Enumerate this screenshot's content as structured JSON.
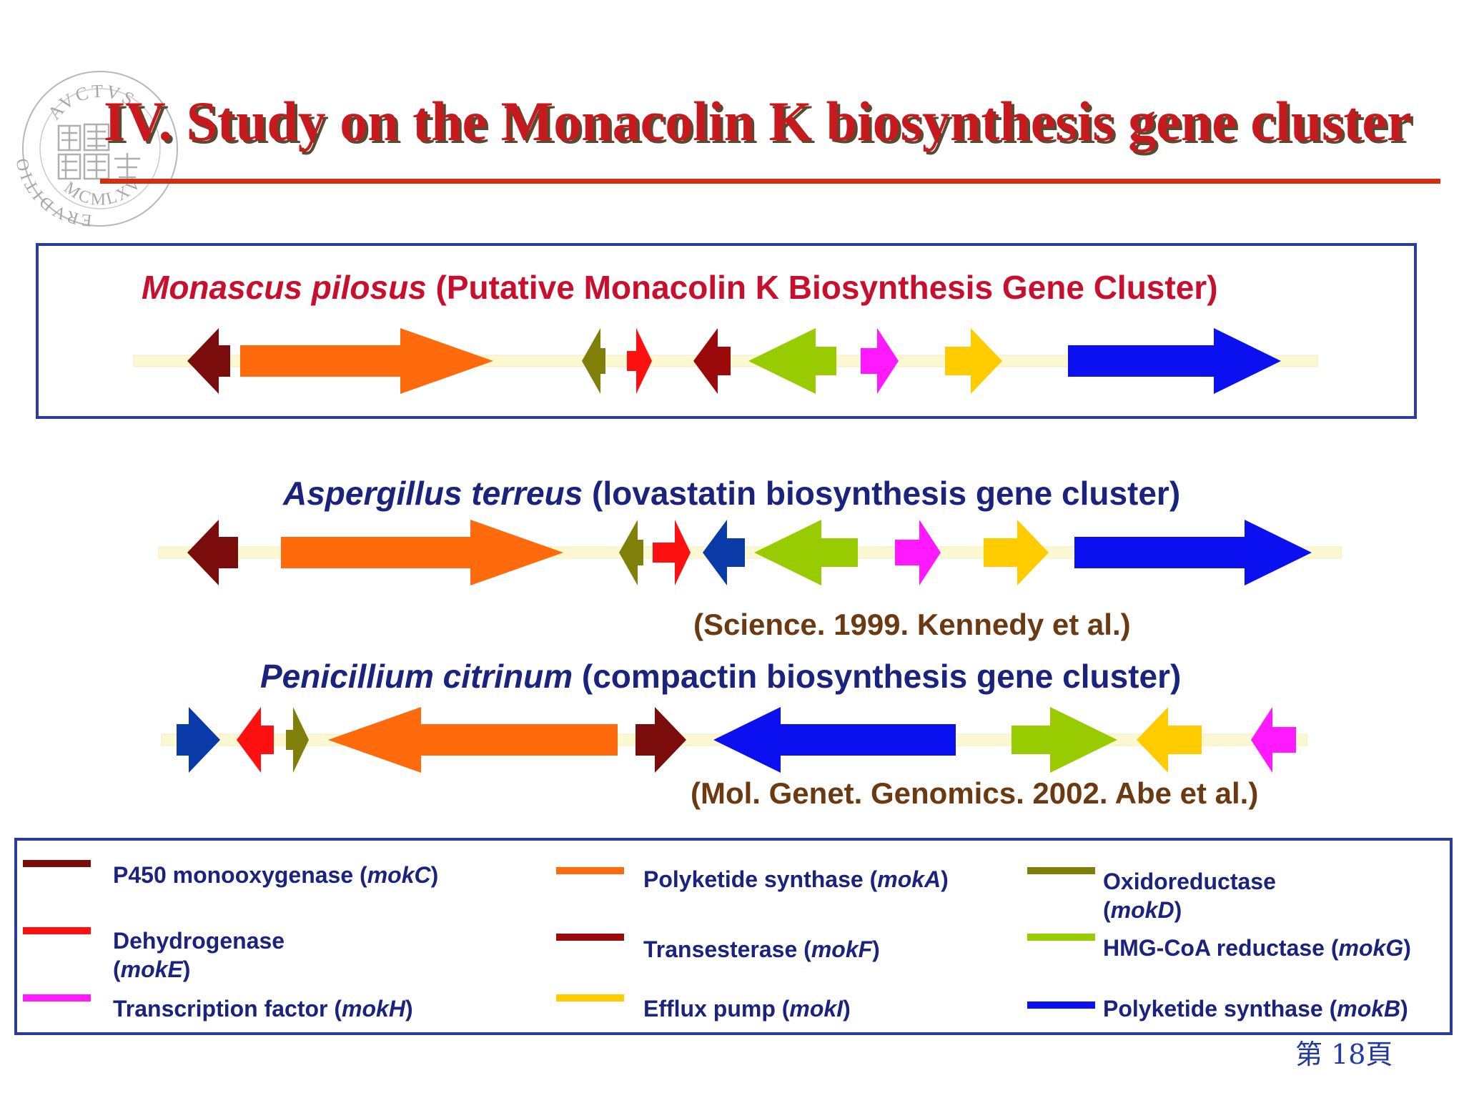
{
  "title": "IV. Study on the Monacolin K biosynthesis gene cluster",
  "seal": {
    "top_text": "AVCTVS",
    "left_text": "ERVDITIO",
    "bottom_text": "MCMLXV"
  },
  "clusters": [
    {
      "species": "Monascus pilosus",
      "description": "(Putative Monacolin K Biosynthesis Gene Cluster)",
      "genes": [
        {
          "gene": "mokC",
          "dir": "L",
          "color": "#7a0c0c"
        },
        {
          "gene": "mokA",
          "dir": "R",
          "color": "#ff6a0c"
        },
        {
          "gene": "mokD",
          "dir": "L",
          "color": "#7f7f0a"
        },
        {
          "gene": "mokE",
          "dir": "R",
          "color": "#ff1010"
        },
        {
          "gene": "mokF",
          "dir": "L",
          "color": "#9b0a0a"
        },
        {
          "gene": "mokG",
          "dir": "L",
          "color": "#99cc00"
        },
        {
          "gene": "mokH",
          "dir": "R",
          "color": "#ff19ff"
        },
        {
          "gene": "mokI",
          "dir": "R",
          "color": "#ffcc00"
        },
        {
          "gene": "mokB",
          "dir": "R",
          "color": "#0a10f0"
        }
      ]
    },
    {
      "species": "Aspergillus terreus",
      "description": "(lovastatin biosynthesis gene cluster)",
      "reference": "(Science. 1999. Kennedy et al.)",
      "genes": [
        {
          "gene": "P450 monooxygenase",
          "dir": "L",
          "color": "#7a0c0c"
        },
        {
          "gene": "Polyketide synthase",
          "dir": "R",
          "color": "#ff6a0c"
        },
        {
          "gene": "Oxidoreductase",
          "dir": "L",
          "color": "#7f7f0a"
        },
        {
          "gene": "Dehydrogenase",
          "dir": "R",
          "color": "#ff1010"
        },
        {
          "gene": "Transesterase",
          "dir": "L",
          "color": "#0a3aa8"
        },
        {
          "gene": "HMG-CoA reductase",
          "dir": "L",
          "color": "#99cc00"
        },
        {
          "gene": "Transcription factor",
          "dir": "R",
          "color": "#ff19ff"
        },
        {
          "gene": "Efflux pump",
          "dir": "R",
          "color": "#ffcc00"
        },
        {
          "gene": "Polyketide synthase",
          "dir": "R",
          "color": "#0a10f0"
        }
      ]
    },
    {
      "species": "Penicillium citrinum",
      "description": "(compactin biosynthesis gene cluster)",
      "reference": "(Mol. Genet. Genomics. 2002. Abe et al.)",
      "genes": [
        {
          "gene": "Transesterase",
          "dir": "R",
          "color": "#0a3aa8"
        },
        {
          "gene": "Dehydrogenase",
          "dir": "L",
          "color": "#ff1010"
        },
        {
          "gene": "Oxidoreductase",
          "dir": "R",
          "color": "#7f7f0a"
        },
        {
          "gene": "Polyketide synthase",
          "dir": "L",
          "color": "#ff6a0c"
        },
        {
          "gene": "P450 monooxygenase",
          "dir": "R",
          "color": "#7a0c0c"
        },
        {
          "gene": "Polyketide synthase",
          "dir": "L",
          "color": "#0a10f0"
        },
        {
          "gene": "HMG-CoA reductase",
          "dir": "R",
          "color": "#99cc00"
        },
        {
          "gene": "Efflux pump",
          "dir": "L",
          "color": "#ffcc00"
        },
        {
          "gene": "Transcription factor",
          "dir": "L",
          "color": "#ff19ff"
        }
      ]
    }
  ],
  "legend": [
    {
      "label": "P450 monooxygenase  (",
      "gene": "mokC",
      "suffix": ")",
      "color": "#7a0c0c"
    },
    {
      "label": "Polyketide synthase (",
      "gene": "mokA",
      "suffix": ")",
      "color": "#ff6a0c"
    },
    {
      "label": "Oxidoreductase\n(",
      "gene": "mokD",
      "suffix": ")",
      "color": "#7f7f0a"
    },
    {
      "label": "Dehydrogenase\n(",
      "gene": "mokE",
      "suffix": ")",
      "color": "#ff1010"
    },
    {
      "label": "Transesterase (",
      "gene": "mokF",
      "suffix": ")",
      "color": "#9b0a0a"
    },
    {
      "label": "HMG-CoA reductase (",
      "gene": "mokG",
      "suffix": ")",
      "color": "#99cc00"
    },
    {
      "label": "Transcription factor (",
      "gene": "mokH",
      "suffix": ")",
      "color": "#ff19ff"
    },
    {
      "label": "Efflux pump (",
      "gene": "mokI",
      "suffix": ")",
      "color": "#ffcc00"
    },
    {
      "label": "Polyketide synthase (",
      "gene": "mokB",
      "suffix": ")",
      "color": "#0a10f0"
    }
  ],
  "page_number": "第 18頁"
}
